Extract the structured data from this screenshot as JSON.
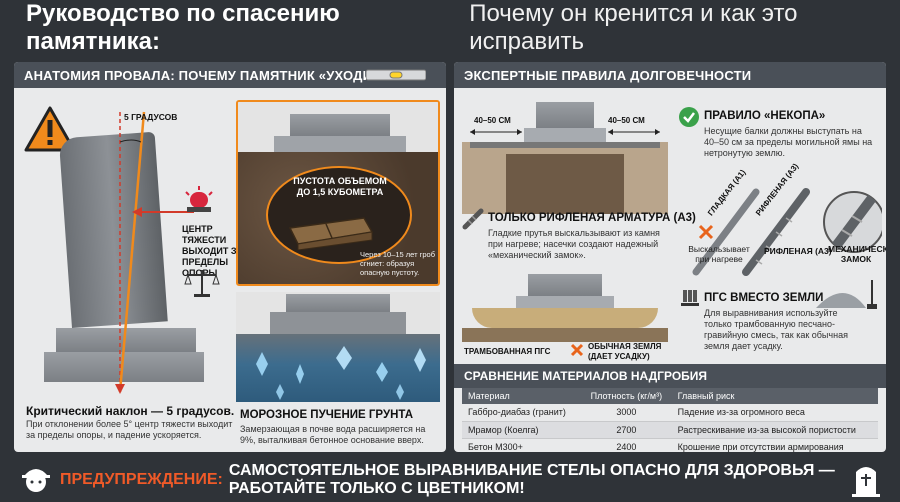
{
  "title": {
    "bold": "Руководство по спасению памятника:",
    "light": "Почему он кренится и как это исправить"
  },
  "left_panel": {
    "header": "АНАТОМИЯ ПРОВАЛА: ПОЧЕМУ ПАМЯТНИК «УХОДИТ»?",
    "angle_label": "5 ГРАДУСОВ",
    "center_label": "ЦЕНТР ТЯЖЕСТИ ВЫХОДИТ ЗА ПРЕДЕЛЫ ОПОРЫ",
    "critical_title": "Критический наклон — 5 градусов.",
    "critical_text": "При отклонении более 5° центр тяжести выходит за пределы опоры, и падение ускоряется.",
    "void_label": "ПУСТОТА ОБЪЕМОМ ДО 1,5 КУБОМЕТРА",
    "void_note": "Через 10–15 лет гроб сгниет: образуя опасную пустоту.",
    "frost_title": "МОРОЗНОЕ ПУЧЕНИЕ ГРУНТА",
    "frost_text": "Замерзающая в почве вода расширяется на 9%, выталкивая бетонное основание вверх."
  },
  "right_panel": {
    "header": "ЭКСПЕРТНЫЕ ПРАВИЛА ДОЛГОВЕЧНОСТИ",
    "dim_left": "40–50 СМ",
    "dim_right": "40–50 СМ",
    "rule1_title": "ПРАВИЛО «НЕКОПА»",
    "rule1_text": "Несущие балки должны выступать на 40–50 см за пределы могильной ямы на нетронутую землю.",
    "rule2_title": "ТОЛЬКО РИФЛЕНАЯ АРМАТУРА (А3)",
    "rule2_text": "Гладкие прутья выскальзывают из камня при нагреве; насечки создают надежный «механический замок».",
    "smooth_label": "ГЛАДКАЯ (А1)",
    "ribbed_label": "РИФЛЕНАЯ (А3)",
    "slip_label": "Выскальзывает при нагреве",
    "ribbed_caption": "РИФЛЕНАЯ (А3)",
    "lock_caption": "МЕХАНИЧЕСКИЙ ЗАМОК",
    "pgs_caption": "ТРАМБОВАННАЯ ПГС",
    "soil_caption": "ОБЫЧНАЯ ЗЕМЛЯ (ДАЕТ УСАДКУ)",
    "rule3_title": "ПГС ВМЕСТО ЗЕМЛИ",
    "rule3_text": "Для выравнивания используйте только трамбованную песчано-гравийную смесь, так как обычная земля дает усадку.",
    "table_header": "СРАВНЕНИЕ МАТЕРИАЛОВ НАДГРОБИЯ",
    "table": {
      "columns": [
        "Материал",
        "Плотность (кг/м³)",
        "Главный риск"
      ],
      "rows": [
        [
          "Габбро-диабаз (гранит)",
          "3000",
          "Падение из-за огромного веса"
        ],
        [
          "Мрамор (Коелга)",
          "2700",
          "Растрескивание из-за высокой пористости"
        ],
        [
          "Бетон М300+",
          "2400",
          "Крошение при отсутствии армирования"
        ]
      ]
    }
  },
  "warning": {
    "label": "ПРЕДУПРЕЖДЕНИЕ:",
    "text": "САМОСТОЯТЕЛЬНОЕ ВЫРАВНИВАНИЕ СТЕЛЫ ОПАСНО ДЛЯ ЗДОРОВЬЯ — РАБОТАЙТЕ ТОЛЬКО С ЦВЕТНИКОМ!"
  },
  "colors": {
    "accent_orange": "#f08a1c",
    "warning_red": "#f05a28",
    "check_green": "#3aa14a",
    "cross_orange": "#e8641c"
  },
  "icons": [
    "warning-triangle-icon",
    "siren-icon",
    "scales-icon",
    "level-icon",
    "check-icon",
    "rebar-icon",
    "cross-icon",
    "sand-pile-icon",
    "worker-icon",
    "gravestone-icon"
  ]
}
